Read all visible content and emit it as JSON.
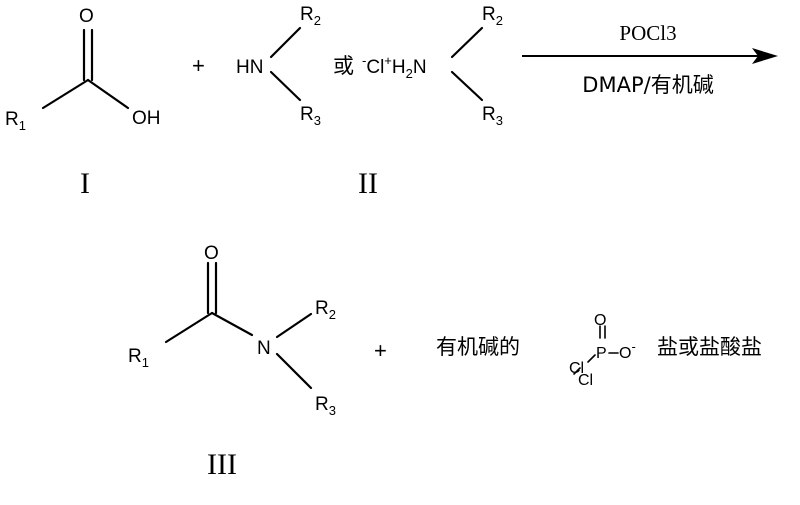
{
  "reactant_acid": {
    "o": "O",
    "r1": "R",
    "r1_sub": "1",
    "oh": "OH",
    "roman": "I"
  },
  "plus_1": "+",
  "reactant_amine": {
    "hn": "HN",
    "r2": "R",
    "r2_sub": "2",
    "r3": "R",
    "r3_sub": "3"
  },
  "or_word": "或",
  "amine_salt": {
    "cl_minus": "Cl",
    "cl_minus_sup": "-",
    "h2n_plus_sup": "+",
    "h2n_h": "H",
    "h2n_sub": "2",
    "h2n_n": "N",
    "r2": "R",
    "r2_sub": "2",
    "r3": "R",
    "r3_sub": "3",
    "roman": "II"
  },
  "arrow": {
    "above": "POCl3",
    "below": "DMAP/有机碱"
  },
  "product_amide": {
    "o": "O",
    "r1": "R",
    "r1_sub": "1",
    "n": "N",
    "r2": "R",
    "r2_sub": "2",
    "r3": "R",
    "r3_sub": "3",
    "roman": "III"
  },
  "plus_2": "+",
  "byproduct": {
    "prefix": "有机碱的",
    "cl_a": "Cl",
    "cl_b": "Cl",
    "p": "P",
    "o_double": "O",
    "o_minus": "O",
    "o_minus_sup": "-",
    "suffix": "盐或盐酸盐"
  }
}
